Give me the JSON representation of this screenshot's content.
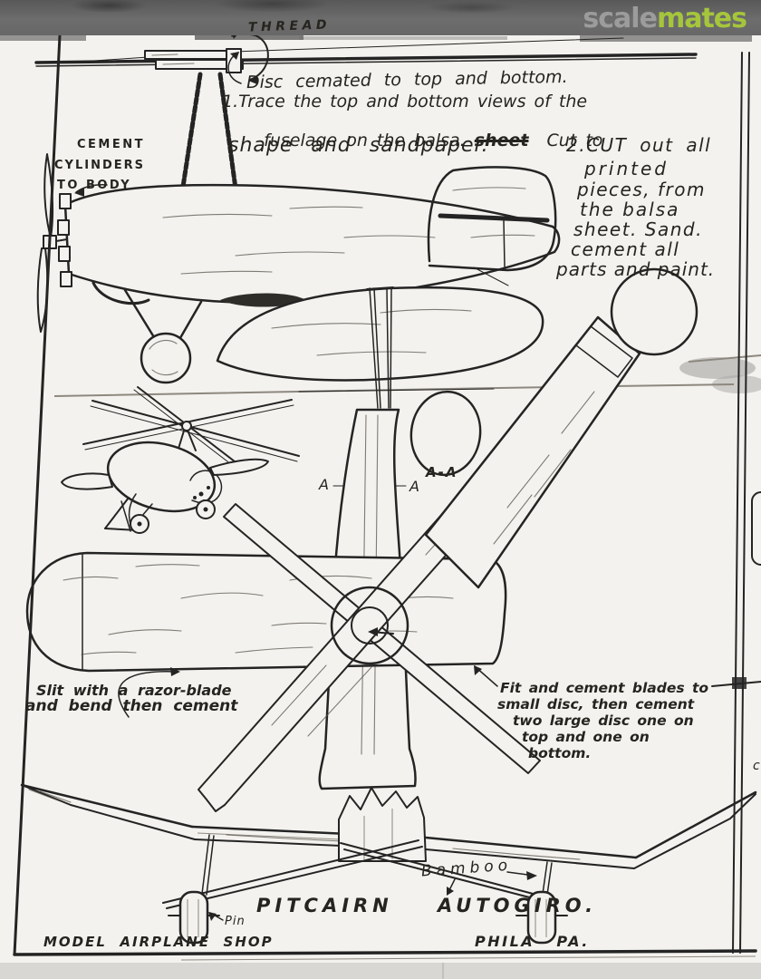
{
  "watermark": {
    "scale": "scale",
    "mates": "mates"
  },
  "notes": {
    "thread": "THREAD",
    "disc": "Disc cemated to top and bottom.",
    "step1_line1": "1.Trace the top and bottom views of the",
    "step1_line2a": "fuselage on the balsa. ",
    "step1_struck": "sheet",
    "step1_line2b": "  Cut to",
    "step1_line3": "shape and sandpaper.",
    "step2_line1": "2.CUT out all",
    "step2_line2": "printed",
    "step2_line3": "pieces, from",
    "step2_line4": "the balsa",
    "step2_line5": "sheet. Sand.",
    "step2_line6": "cement all",
    "step2_line7": "parts and paint.",
    "cement_line1": "CEMENT",
    "cement_line2": "CYLINDERS",
    "cement_line3": "TO BODY",
    "section_left": "A",
    "section_right": "A",
    "section_name": "A-A",
    "slit_line1": "Slit with a razor-blade",
    "slit_line2": "and bend then cement",
    "fit_line1": "Fit and cement blades to",
    "fit_line2": "small disc, then cement",
    "fit_line3": "two large disc one on",
    "fit_line4": "top and one on",
    "fit_line5": "bottom.",
    "bamboo": "Bamboo",
    "pin": "Pin",
    "edge_fragment": "c"
  },
  "title_block": {
    "title": "PITCAIRN    AUTOGIRO.",
    "maker": "MODEL  AIRPLANE  SHOP",
    "location": "PHILA   PA."
  },
  "colors": {
    "band": "#676767",
    "watermark_scale": "#9c9c9c",
    "watermark_mates": "#a5c63b",
    "paper": "#f4f2ee",
    "ink": "#242424"
  }
}
